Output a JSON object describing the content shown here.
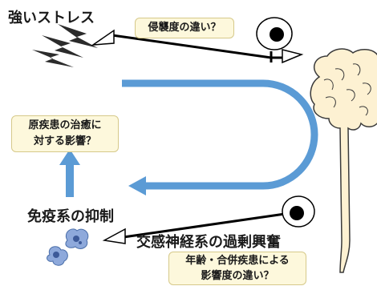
{
  "labels": {
    "strong_stress": "強いストレス",
    "immunosuppression": "免疫系の抑制",
    "sympathetic_overexcitation": "交感神経系の過剰興奮"
  },
  "boxes": {
    "invasion_degree": "侵襲度の違い？",
    "effect_on_cure": [
      "原疾患の治癒に",
      "対する影響？"
    ],
    "age_comorbidity": [
      "年齢・合併疾患による",
      "影響度の違い？"
    ]
  },
  "colors": {
    "arrow_blue": "#5b9bd5",
    "box_fill": "#fdf8dc",
    "box_border": "#d6c98a",
    "brain_fill": "#fdf1d2",
    "neuron_fill": "#ffffff",
    "cell_blue": "#8ea9db",
    "black": "#000000"
  },
  "icons": [
    "lightning-bolts-icon",
    "neuron-eye-icon",
    "brain-spinal-cord-icon",
    "immune-cells-icon"
  ]
}
